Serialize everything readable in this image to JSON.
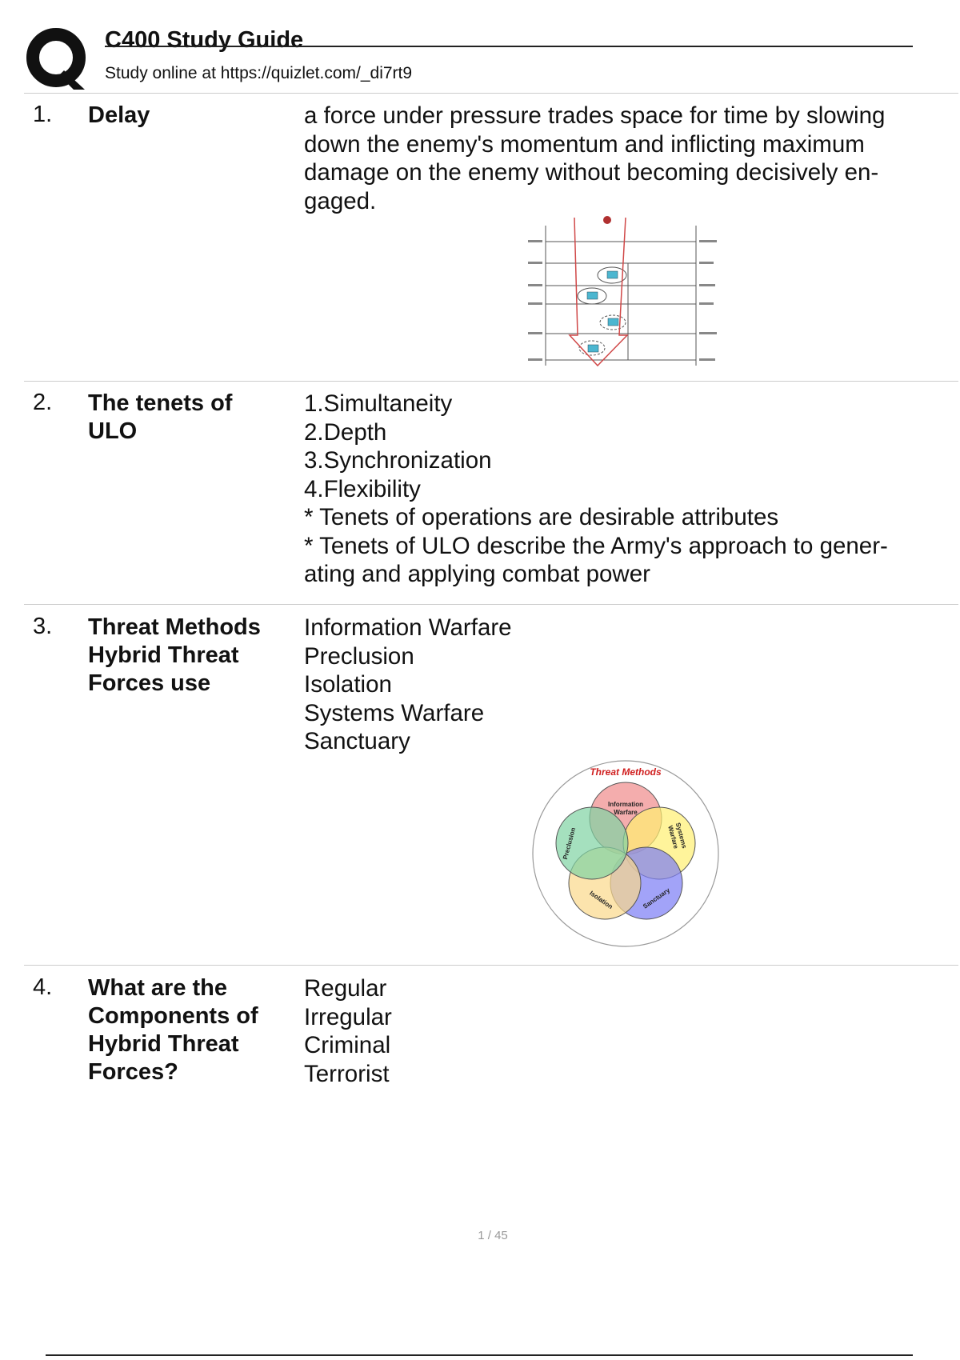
{
  "header": {
    "logo_icon": "quizlet-q-logo",
    "title": "C400 Study Guide",
    "subtitle": "Study online at https://quizlet.com/_di7rt9"
  },
  "cards": [
    {
      "number": "1.",
      "term": [
        "Delay"
      ],
      "definition": [
        "a force under pressure trades space for time by slowing",
        "down the enemy's momentum and inflicting maximum",
        "damage on the enemy without becoming decisively en-",
        "gaged."
      ],
      "image": "delay-phase-lines-diagram"
    },
    {
      "number": "2.",
      "term": [
        "The tenets of",
        "ULO"
      ],
      "definition": [
        "1.Simultaneity",
        "2.Depth",
        "3.Synchronization",
        "4.Flexibility",
        "* Tenets of operations are desirable attributes",
        "* Tenets of ULO describe the Army's approach to gener-",
        "ating and applying combat power"
      ]
    },
    {
      "number": "3.",
      "term": [
        "Threat Methods",
        "Hybrid Threat",
        "Forces use"
      ],
      "definition": [
        "Information Warfare",
        "Preclusion",
        "Isolation",
        "Systems Warfare",
        "Sanctuary"
      ],
      "image": "threat-methods-venn-diagram",
      "venn": {
        "title": "Threat Methods",
        "labels": [
          "Information",
          "Warfare",
          "Preclusion",
          "Systems",
          "Warfare",
          "Isolation",
          "Sanctuary"
        ],
        "colors": [
          "#f08a8a",
          "#ffef70",
          "#7a7cf5",
          "#fbd98a",
          "#7fd3a2"
        ]
      }
    },
    {
      "number": "4.",
      "term": [
        "What are the",
        "Components of",
        "Hybrid Threat",
        "Forces?"
      ],
      "definition": [
        "Regular",
        "Irregular",
        "Criminal",
        "Terrorist"
      ]
    }
  ],
  "footer": {
    "page": "1 / 45"
  }
}
